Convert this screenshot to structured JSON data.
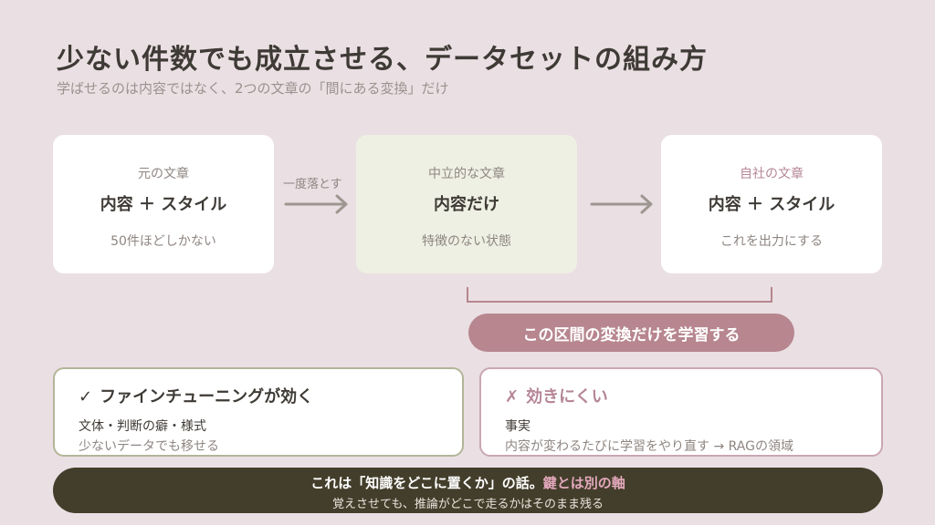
{
  "header": {
    "title": "少ない件数でも成立させる、データセットの組み方",
    "subtitle": "学ばせるのは内容ではなく、2つの文章の「間にある変換」だけ"
  },
  "flow": {
    "original": {
      "label": "元の文章",
      "main": "内容 ＋ スタイル",
      "desc": "50件ほどしかない"
    },
    "arrow_label": "一度落とす",
    "neutral": {
      "label": "中立的な文章",
      "main": "内容だけ",
      "desc": "特徴のない状態"
    },
    "company": {
      "label": "自社の文章",
      "main": "内容 ＋ スタイル",
      "desc": "これを出力にする"
    },
    "learn_pill": "この区間の変換だけを学習する"
  },
  "effective": {
    "mark": "✓",
    "title": "ファインチューニングが効く",
    "line1": "文体・判断の癖・様式",
    "line2": "少ないデータでも移せる"
  },
  "ineffective": {
    "mark": "✗",
    "title": "効きにくい",
    "line1": "事実",
    "line2": "内容が変わるたびに学習をやり直す → RAGの領域"
  },
  "footer": {
    "main": "これは「知識をどこに置くか」の話。",
    "accent": "鍵とは別の軸",
    "sub": "覚えさせても、推論がどこで走るかはそのまま残る"
  },
  "colors": {
    "background": "#eadfe3",
    "neutral_card": "#eef0e3",
    "accent_pink": "#b7868f",
    "banner": "#433e2b",
    "arrow": "#9e9690"
  }
}
